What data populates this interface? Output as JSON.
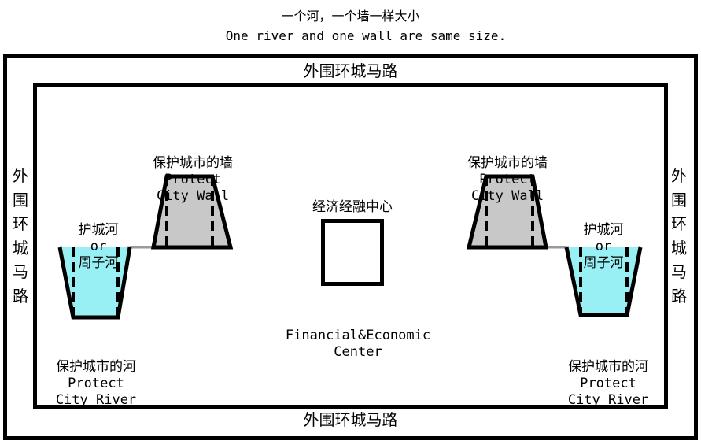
{
  "header": {
    "title_cn": "一个河，一个墙一样大小",
    "title_en": "One river and one wall are same size."
  },
  "ring_road": {
    "top": "外围环城马路",
    "bottom": "外围环城马路",
    "left": [
      "外",
      "围",
      "环",
      "城",
      "马",
      "路"
    ],
    "right": [
      "外",
      "围",
      "环",
      "城",
      "马",
      "路"
    ]
  },
  "wall_left": {
    "cn": "保护城市的墙",
    "en1": "Protect",
    "en2": "City Wall"
  },
  "wall_right": {
    "cn": "保护城市的墙",
    "en1": "Protect",
    "en2": "City Wall"
  },
  "moat_left": {
    "cn1": "护城河",
    "or": "or",
    "cn2": "周子河"
  },
  "moat_right": {
    "cn1": "护城河",
    "or": "or",
    "cn2": "周子河"
  },
  "river_left": {
    "cn": "保护城市的河",
    "en1": "Protect",
    "en2": "City River"
  },
  "river_right": {
    "cn": "保护城市的河",
    "en1": "Protect",
    "en2": "City River"
  },
  "center": {
    "cn": "经济经融中心",
    "en1": "Financial&Economic",
    "en2": "Center"
  },
  "colors": {
    "river": "#99F0F4",
    "wall": "#C8C8C8",
    "ground": "#9A9A9A",
    "line": "#000000"
  }
}
